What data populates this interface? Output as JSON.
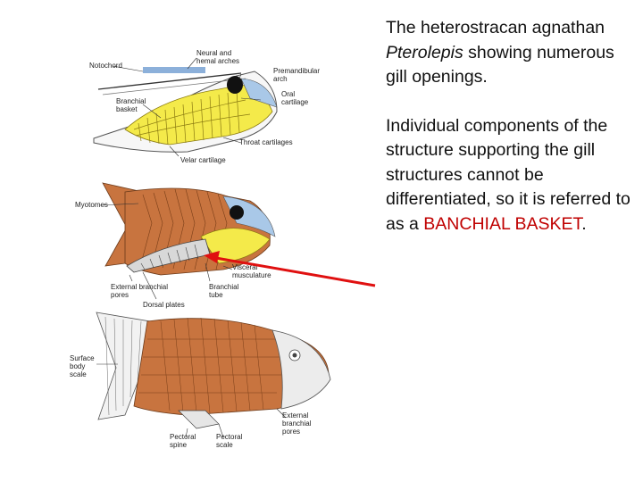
{
  "text": {
    "para1_a": "The heterostracan agnathan ",
    "para1_italic": "Pterolepis",
    "para1_b": " showing numerous gill openings.",
    "para2_a": "Individual components of the structure supporting the gill structures cannot be differentiated, so it is referred to as a ",
    "para2_highlight": "BANCHIAL BASKET",
    "para2_end": "."
  },
  "figure_labels": {
    "top": {
      "notochord": "Notochord",
      "neural_arches": "Neural and",
      "neural_arches_2": "hemal arches",
      "premandibular": "Premandibular",
      "premandibular_2": "arch",
      "branchial": "Branchial",
      "branchial_2": "basket",
      "oral": "Oral",
      "oral_2": "cartilage",
      "throat": "Throat cartilages",
      "velar": "Velar cartilage"
    },
    "middle": {
      "myotomes": "Myotomes",
      "visceral": "Visceral",
      "visceral_2": "musculature",
      "ext_pores": "External branchial",
      "ext_pores_2": "pores",
      "branchial_tube": "Branchial",
      "branchial_tube_2": "tube",
      "dorsal": "Dorsal plates"
    },
    "bottom": {
      "surface": "Surface",
      "surface_2": "body",
      "surface_3": "scale",
      "pectoral_spine": "Pectoral",
      "pectoral_spine_2": "spine",
      "pectoral_scale": "Pectoral",
      "pectoral_scale_2": "scale",
      "ext_pores": "External",
      "ext_pores_2": "branchial",
      "ext_pores_3": "pores"
    }
  },
  "colors": {
    "cartilage_yellow": "#f4ea4a",
    "muscle_brown": "#c8743f",
    "head_blue": "#a9c8e8",
    "arrow_red": "#e01010",
    "highlight_red": "#c00000"
  }
}
